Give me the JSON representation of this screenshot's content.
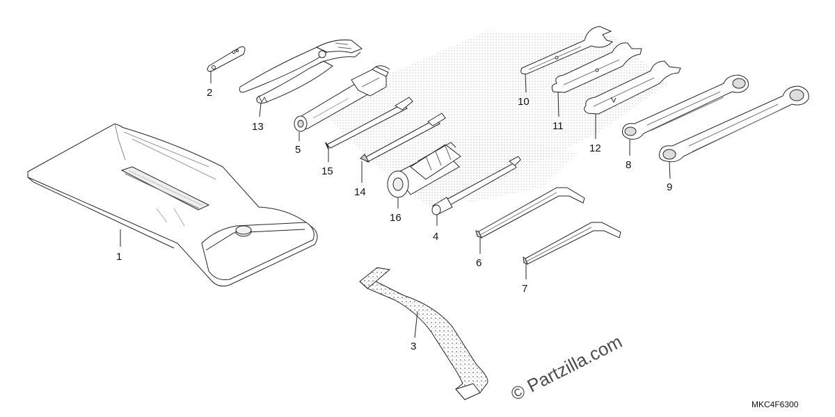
{
  "diagram": {
    "callouts": [
      "1",
      "2",
      "3",
      "4",
      "5",
      "6",
      "7",
      "8",
      "9",
      "10",
      "11",
      "12",
      "13",
      "14",
      "15",
      "16"
    ],
    "watermark": "© Partzilla.com",
    "code": "MKC4F6300"
  },
  "colors": {
    "line": "#222222",
    "dots": "#9a9a9a",
    "watermark": "#4d4d4d"
  }
}
